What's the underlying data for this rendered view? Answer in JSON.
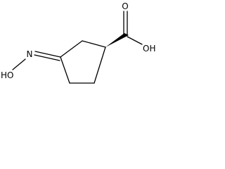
{
  "molecule": {
    "atoms": {
      "carbonyl_oxygen": "O",
      "hydroxyl_group": "OH",
      "oxime_nitrogen": "N",
      "oxime_hydroxyl": "HO"
    },
    "stereo": {
      "ring_to_carboxyl_bond": "wedge"
    },
    "colors": {
      "bond": "#000000",
      "background": "#ffffff"
    }
  }
}
